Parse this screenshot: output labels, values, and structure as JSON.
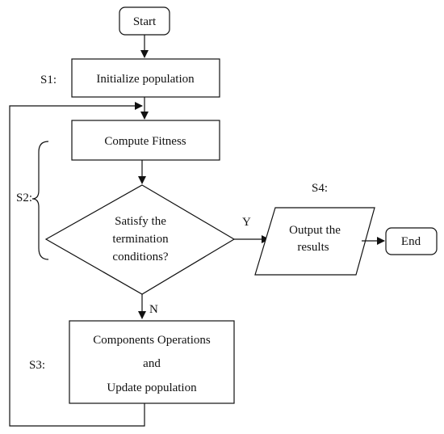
{
  "diagram": {
    "nodes": {
      "start": "Start",
      "initialize": "Initialize population",
      "fitness": "Compute Fitness",
      "decision": {
        "line1": "Satisfy the",
        "line2": "termination",
        "line3": "conditions?"
      },
      "output": {
        "line1": "Output the",
        "line2": "results"
      },
      "end": "End",
      "operations": {
        "line1": "Components Operations",
        "line2": "and",
        "line3": "Update population"
      }
    },
    "steps": {
      "s1": "S1:",
      "s2": "S2:",
      "s3": "S3:",
      "s4": "S4:"
    },
    "edges": {
      "yes": "Y",
      "no": "N"
    }
  }
}
